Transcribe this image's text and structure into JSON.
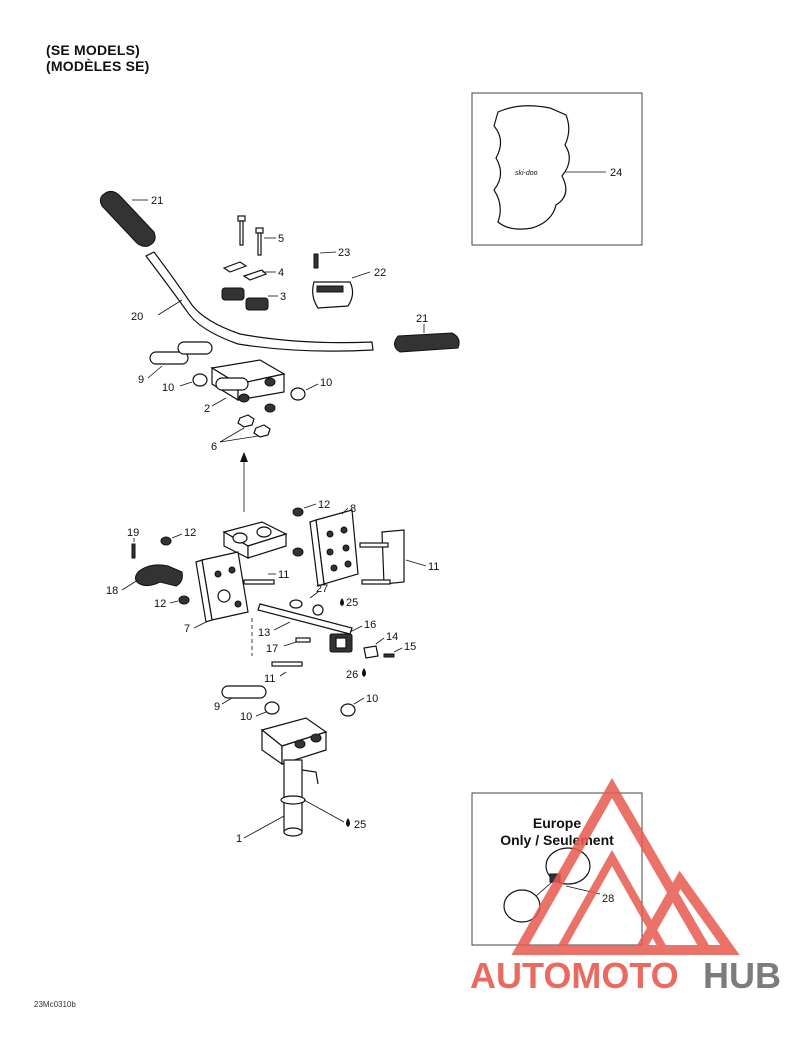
{
  "header": {
    "line1": "(SE MODELS)",
    "line2": "(MODÈLES SE)"
  },
  "labels": {
    "p1": "1",
    "p2": "2",
    "p3": "3",
    "p4": "4",
    "p5": "5",
    "p6": "6",
    "p7": "7",
    "p8": "8",
    "p9a": "9",
    "p9b": "9",
    "p10a": "10",
    "p10b": "10",
    "p10c": "10",
    "p10d": "10",
    "p11a": "11",
    "p11b": "11",
    "p11c": "11",
    "p12a": "12",
    "p12b": "12",
    "p12c": "12",
    "p13": "13",
    "p14": "14",
    "p15": "15",
    "p16": "16",
    "p17": "17",
    "p18": "18",
    "p19": "19",
    "p20": "20",
    "p21a": "21",
    "p21b": "21",
    "p22": "22",
    "p23": "23",
    "p24": "24",
    "p25a": "25",
    "p25b": "25",
    "p26": "26",
    "p27": "27",
    "p28": "28"
  },
  "europe_inset": {
    "line1": "Europe",
    "line2": "Only / Seulement"
  },
  "watermark": {
    "text_red": "AUTOMOTO",
    "text_gray": "HUB",
    "color_red": "#e85a4f",
    "color_gray": "#6e6e6e"
  },
  "figure_code": "23Mc0310b"
}
